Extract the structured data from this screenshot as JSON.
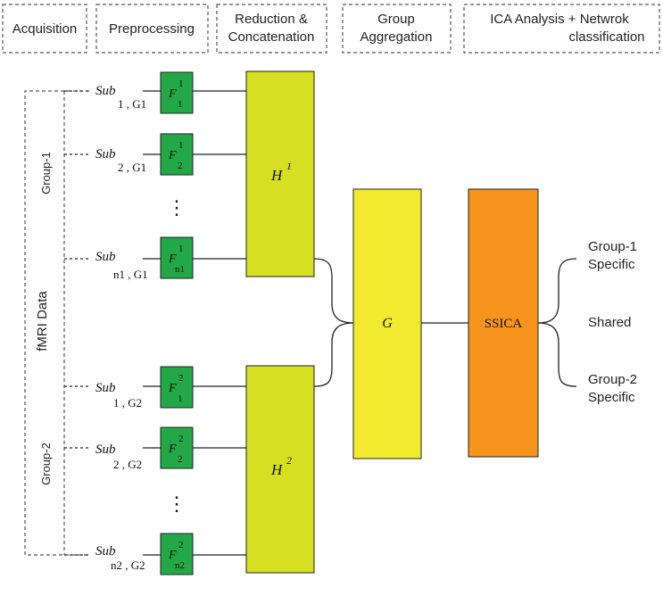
{
  "stages": [
    {
      "line1": "Acquisition",
      "line2": ""
    },
    {
      "line1": "Preprocessing",
      "line2": ""
    },
    {
      "line1": "Reduction &",
      "line2": "Concatenation"
    },
    {
      "line1": "Group",
      "line2": "Aggregation"
    },
    {
      "line1": "ICA  Analysis  +  Netwrok",
      "line2": "classification"
    }
  ],
  "source": {
    "label": "fMRI Data",
    "group1_label": "Group-1",
    "group2_label": "Group-2"
  },
  "subjects": [
    {
      "name": "Sub",
      "index": "1 , G1",
      "f_sup": "1",
      "f_sub": "1"
    },
    {
      "name": "Sub",
      "index": "2 , G1",
      "f_sup": "1",
      "f_sub": "2"
    },
    {
      "name": "Sub",
      "index": "n1 , G1",
      "f_sup": "1",
      "f_sub": "n1"
    },
    {
      "name": "Sub",
      "index": "1 , G2",
      "f_sup": "2",
      "f_sub": "1"
    },
    {
      "name": "Sub",
      "index": "2 , G2",
      "f_sup": "2",
      "f_sub": "2"
    },
    {
      "name": "Sub",
      "index": "n2 , G2",
      "f_sup": "2",
      "f_sub": "n2"
    }
  ],
  "f_symbol": "F",
  "reduction": [
    {
      "symbol": "H",
      "sup": "1"
    },
    {
      "symbol": "H",
      "sup": "2"
    }
  ],
  "aggregation": {
    "symbol": "G"
  },
  "ica": {
    "label": "SSICA"
  },
  "outputs": [
    {
      "line1": "Group-1",
      "line2": "Specific"
    },
    {
      "line1": "Shared",
      "line2": ""
    },
    {
      "line1": "Group-2",
      "line2": "Specific"
    }
  ],
  "ellipsis": "⋮",
  "colors": {
    "preprocess": "#22a847",
    "reduction": "#d7df23",
    "aggregation": "#f2ea2f",
    "ica": "#f7941d"
  }
}
